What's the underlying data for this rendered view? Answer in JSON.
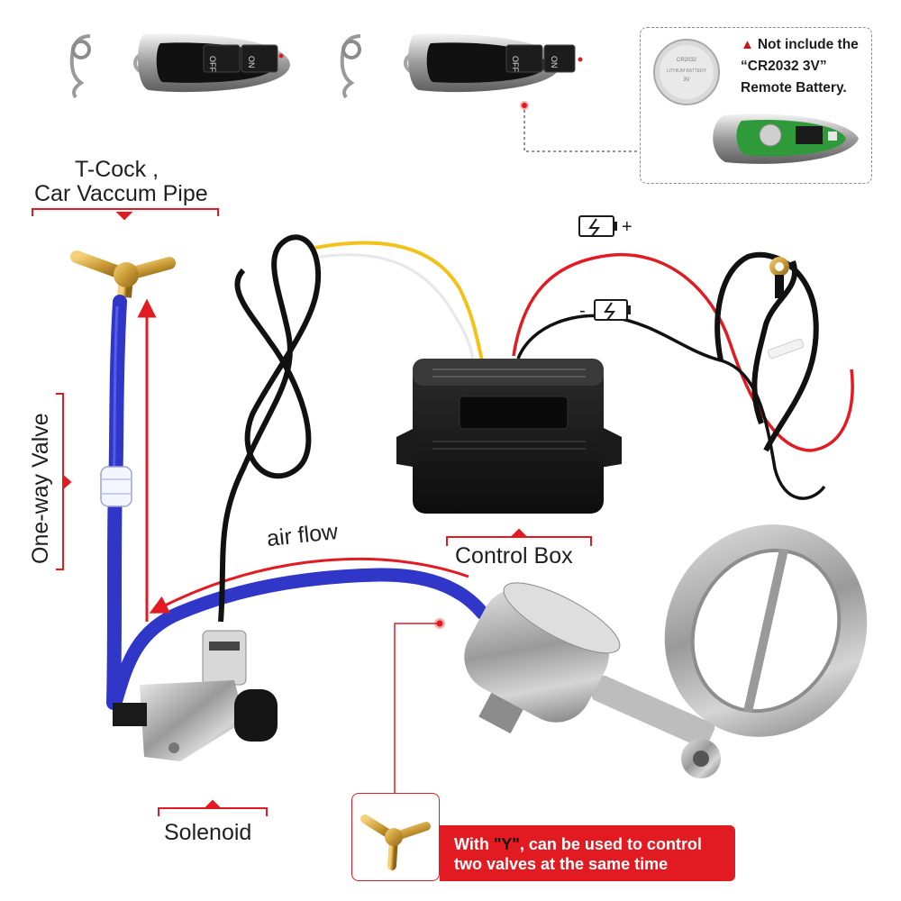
{
  "labels": {
    "t_cock_line1": "T-Cock ,",
    "t_cock_line2": "Car Vaccum Pipe",
    "one_way_valve": "One-way Valve",
    "air_flow": "air flow",
    "control_box": "Control Box",
    "solenoid": "Solenoid"
  },
  "remote": {
    "button_off": "OFF",
    "button_on": "ON"
  },
  "battery_note": {
    "warning_icon": "warning-triangle-icon",
    "line1": "Not include the",
    "line2": "“CR2032 3V”",
    "line3": "Remote Battery.",
    "coin_cell_text": "CR2032 LITHIUM BATTERY 3V"
  },
  "power": {
    "positive_sign": "+",
    "negative_sign": "-",
    "battery_icon": "battery-icon"
  },
  "callout": {
    "prefix": "With ",
    "highlight": "\"Y\"",
    "suffix_line1": ", can be used to control",
    "line2": "two valves at the same time"
  },
  "colors": {
    "accent_red": "#e21b23",
    "hose_blue": "#2f36c8",
    "wire_yellow": "#f2c21a"
  }
}
